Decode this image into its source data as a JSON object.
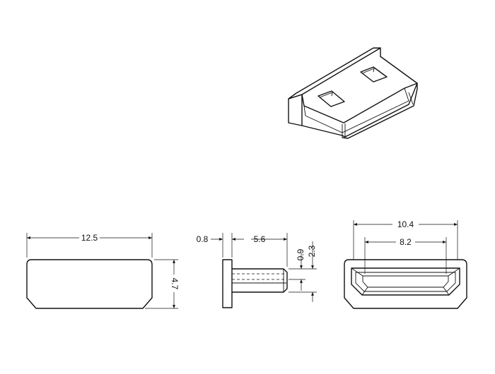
{
  "dimensions": {
    "front_width": "12.5",
    "front_height": "4.7",
    "side_flange": "0.8",
    "side_length": "5.6",
    "side_inner": "0.9",
    "side_outer": "2.3",
    "rear_outer_width": "10.4",
    "rear_inner_width": "8.2"
  }
}
